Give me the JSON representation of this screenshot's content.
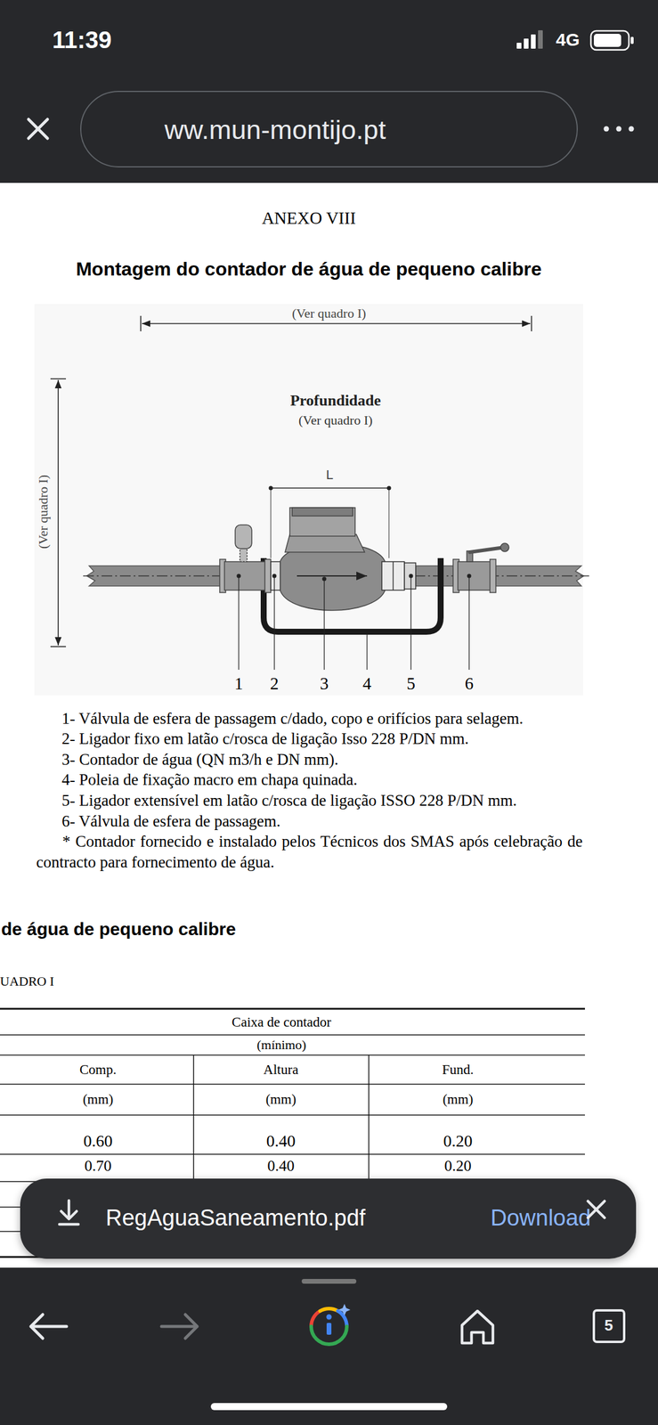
{
  "diagram": {
    "title": "Montagem do contador de água de pequeno calibre",
    "nodes": [
      {
        "text": [
          "ww.mun-montijo.pt"
        ]
      },
      {
        "text": [
          "Profundidade",
          "(Ver quadro I)"
        ]
      },
      {
        "text": [
          "RegAguaSaneamento.pdf",
          "Download"
        ]
      },
      {
        "text": [
          "5"
        ]
      }
    ],
    "labels": [
      "11:39",
      "4G",
      "ANEXO VIII",
      "(Ver quadro I)",
      "(Ver quadro I)",
      "L",
      "1",
      "2",
      "3",
      "4",
      "5",
      "6",
      "1- Válvula de esfera de passagem c/dado, copo e orifícios para selagem.",
      "2- Ligador fixo em latão c/rosca de ligação Isso 228 P/DN mm.",
      "3- Contador de água (QN m3/h e DN mm).",
      "4- Poleia de fixação macro em chapa quinada.",
      "5- Ligador extensível em latão c/rosca de ligação ISSO 228 P/DN mm.",
      "6- Válvula de esfera de passagem.",
      "* Contador fornecido e instalado pelos Técnicos dos SMAS após celebração de contracto para fornecimento de água.",
      "de água de pequeno calibre",
      "UADRO I",
      "Caixa de contador",
      "(mínimo)",
      "Comp.",
      "Altura",
      "Fund.",
      "(mm)",
      "(mm)",
      "(mm)",
      "0.60",
      "0.40",
      "0.20",
      "0.70",
      "0.40",
      "0.20"
    ]
  }
}
